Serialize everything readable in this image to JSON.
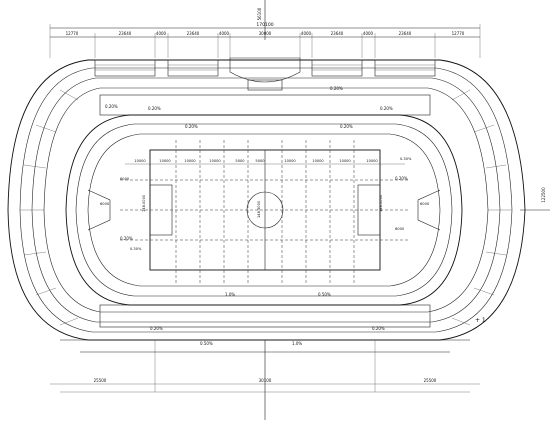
{
  "drawing": {
    "overall_dim": "170100",
    "vertical_dim": "56100",
    "right_dim": "122500",
    "top_dims": [
      "12770",
      "23640",
      "4000",
      "23640",
      "4000",
      "30000",
      "4000",
      "23640",
      "4000",
      "23640",
      "12770"
    ],
    "bottom_dims": [
      "25500",
      "30100",
      "25500"
    ],
    "field_dims": [
      "10000",
      "10000",
      "10000",
      "10000",
      "5000",
      "5000",
      "10000",
      "10000",
      "10000",
      "10000"
    ],
    "slopes": {
      "s1": "0.20%",
      "s2": "0.20%",
      "s3": "0.20%",
      "s4": "0.20%",
      "s5": "0.20%",
      "s6": "0.20%",
      "s7": "0.20%",
      "s8": "0.20%",
      "s9": "0.20%",
      "s10": "0.20%",
      "s11": "1.0%",
      "s12": "1.0%",
      "s13": "0.50%",
      "s14": "0.50%"
    },
    "side_labels": {
      "left_a": "6000",
      "left_b": "6000",
      "right_a": "6000",
      "right_b": "6000",
      "elev_left": "148.0000",
      "elev_mid": "148.5000",
      "elev_right": "148.0000",
      "grade_l": "0.30%",
      "grade_r": "0.30%"
    },
    "corner_mark": "+ 1"
  }
}
